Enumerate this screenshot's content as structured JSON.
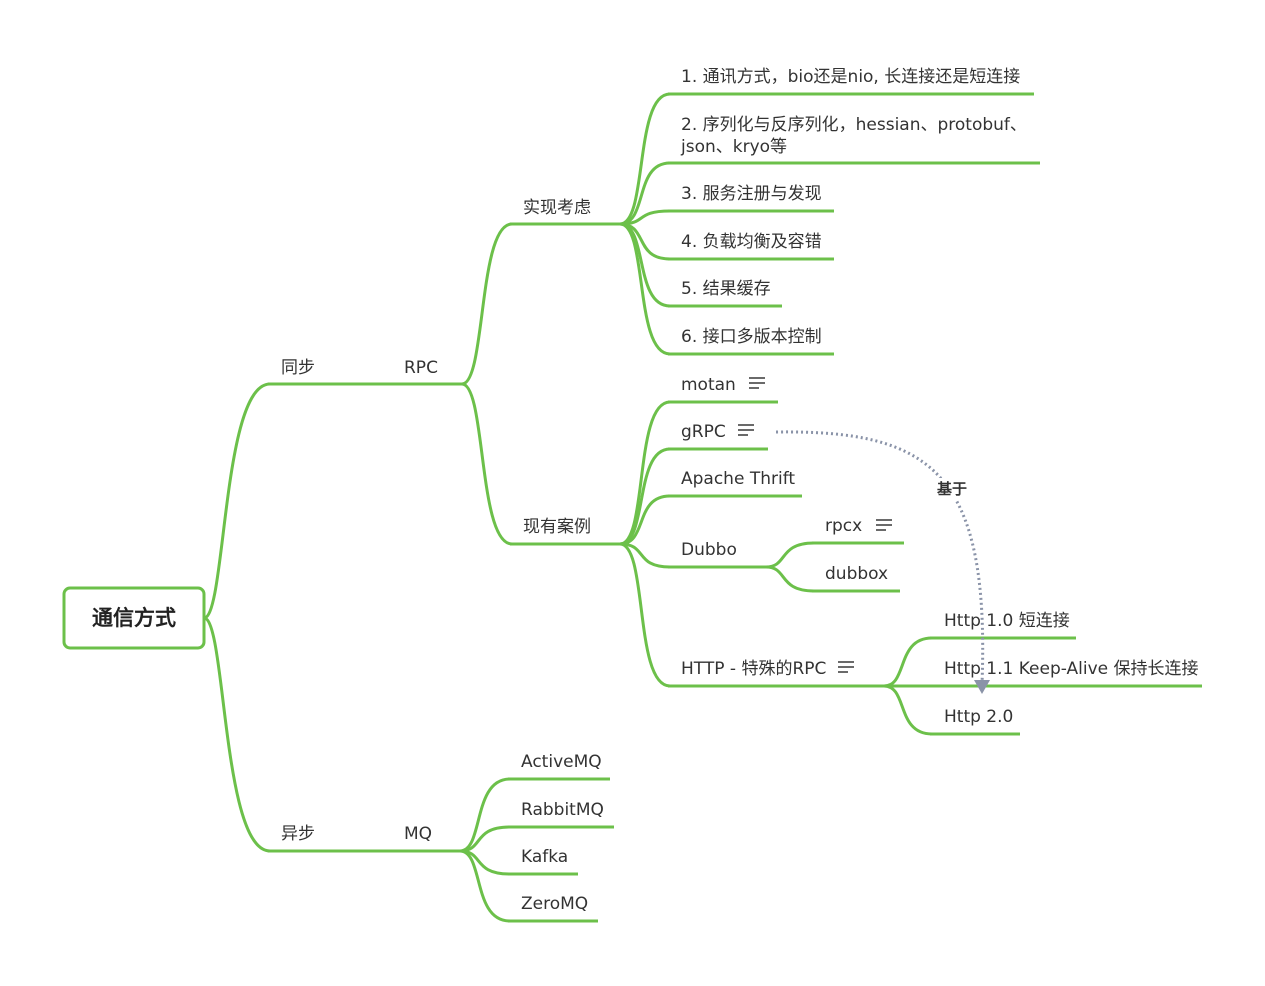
{
  "mindmap": {
    "root": "通信方式",
    "branches": {
      "sync": {
        "label": "同步",
        "rpc": {
          "label": "RPC",
          "impl": {
            "label": "实现考虑",
            "items": [
              {
                "lines": [
                  "1. 通讯方式，bio还是nio, 长连接还是短连接"
                ]
              },
              {
                "lines": [
                  "2. 序列化与反序列化，hessian、protobuf、",
                  "json、kryo等"
                ]
              },
              {
                "lines": [
                  "3. 服务注册与发现"
                ]
              },
              {
                "lines": [
                  "4. 负载均衡及容错"
                ]
              },
              {
                "lines": [
                  "5. 结果缓存"
                ]
              },
              {
                "lines": [
                  "6. 接口多版本控制"
                ]
              }
            ]
          },
          "cases": {
            "label": "现有案例",
            "motan": "motan",
            "grpc": "gRPC",
            "thrift": "Apache Thrift",
            "dubbo": {
              "label": "Dubbo",
              "children": [
                "rpcx",
                "dubbox"
              ]
            },
            "http": {
              "label": "HTTP - 特殊的RPC",
              "children": [
                "Http 1.0 短连接",
                "Http 1.1 Keep-Alive 保持长连接",
                "Http 2.0"
              ]
            }
          }
        }
      },
      "async": {
        "label": "异步",
        "mq": {
          "label": "MQ",
          "items": [
            "ActiveMQ",
            "RabbitMQ",
            "Kafka",
            "ZeroMQ"
          ]
        }
      }
    },
    "relationship": {
      "label": "基于",
      "from": "gRPC",
      "to": "Http 1.1 Keep-Alive 保持长连接"
    },
    "colors": {
      "branch": "#6cc04a",
      "relationship": "#8a93a8",
      "root_border": "#6cc04a"
    },
    "note_icon": "notes-lines-icon"
  }
}
